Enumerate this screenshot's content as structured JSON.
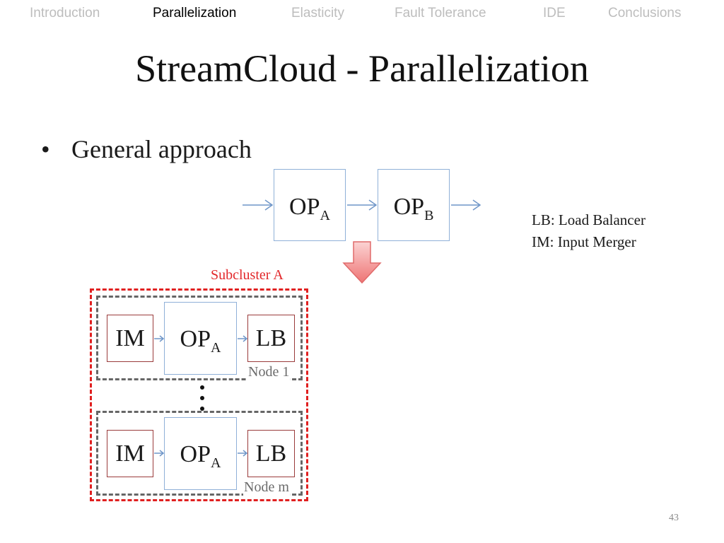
{
  "nav": {
    "items": [
      {
        "label": "Introduction",
        "active": false
      },
      {
        "label": "Parallelization",
        "active": true
      },
      {
        "label": "Elasticity",
        "active": false
      },
      {
        "label": "Fault Tolerance",
        "active": false
      },
      {
        "label": "IDE",
        "active": false
      },
      {
        "label": "Conclusions",
        "active": false
      }
    ]
  },
  "slide": {
    "title": "StreamCloud - Parallelization",
    "bullet": "General approach",
    "page_number": "43"
  },
  "diagram": {
    "top": {
      "op_a": {
        "main": "OP",
        "sub": "A"
      },
      "op_b": {
        "main": "OP",
        "sub": "B"
      }
    },
    "legend": [
      "LB: Load Balancer",
      "IM: Input Merger"
    ],
    "subcluster_label": "Subcluster A",
    "nodes": [
      {
        "im": "IM",
        "op": {
          "main": "OP",
          "sub": "A"
        },
        "lb": "LB",
        "label": "Node 1"
      },
      {
        "im": "IM",
        "op": {
          "main": "OP",
          "sub": "A"
        },
        "lb": "LB",
        "label": "Node m"
      }
    ]
  },
  "colors": {
    "nav_active": "#000000",
    "nav_inactive": "#bdbdbd",
    "op_border": "#8fb0d8",
    "im_lb_border": "#9a3b3b",
    "subcluster": "#e02020",
    "node_border": "#666666",
    "down_arrow": "#f08080"
  }
}
